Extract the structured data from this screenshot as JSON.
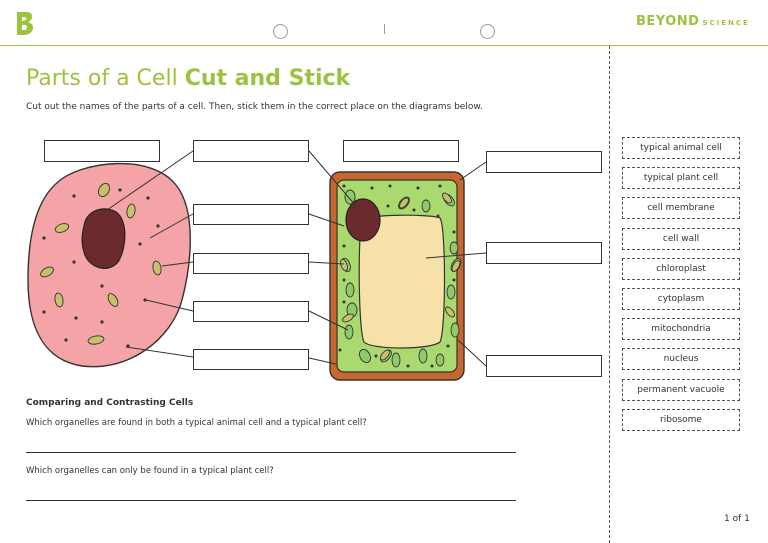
{
  "header": {
    "logo_icon": "beyond-b-logo-icon",
    "brand_name": "BEYOND",
    "brand_sub": "SCIENCE",
    "brand_color": "#9cc23f"
  },
  "worksheet": {
    "title_light": "Parts of a Cell ",
    "title_bold": "Cut and Stick",
    "instructions": "Cut out the names of the parts of a cell. Then, stick them in the correct place on the diagrams below."
  },
  "cut_out_labels": [
    "typical animal cell",
    "typical plant cell",
    "cell membrane",
    "cell wall",
    "chloroplast",
    "cytoplasm",
    "mitochondria",
    "nucleus",
    "permanent vacuole",
    "ribosome"
  ],
  "questions": {
    "section_title": "Comparing and Contrasting Cells",
    "q1": "Which organelles are found in both a typical animal cell and a typical plant cell?",
    "q2": "Which organelles can only be found in a typical plant cell?"
  },
  "footer": {
    "page": "1 of 1"
  },
  "colors": {
    "animal_cytoplasm": "#f4a3a6",
    "nucleus": "#6b2a2e",
    "plant_wall": "#c8662f",
    "plant_cytoplasm": "#a9d96f",
    "vacuole": "#f6e2a8",
    "organelle": "#8fc96a"
  }
}
